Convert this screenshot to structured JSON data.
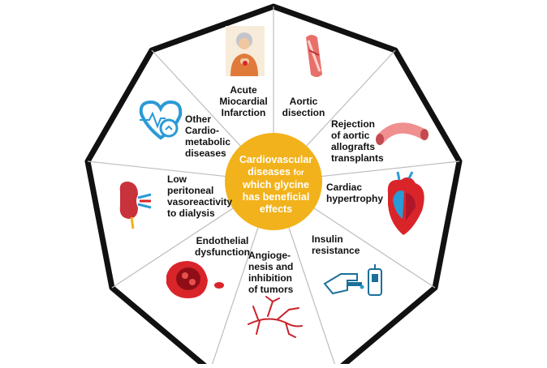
{
  "colors": {
    "outline": "#111111",
    "spoke": "#bdbdbd",
    "center_fill": "#f2b21b",
    "heart_blue": "#2a9ad6",
    "blood_red": "#d9252a"
  },
  "center": {
    "line1": "Cardiovascular",
    "line2a": "diseases",
    "line2b": "for",
    "line3": "which glycine",
    "line4": "has beneficial",
    "line5": "effects"
  },
  "segments": [
    {
      "lines": [
        "Acute",
        "Miocardial",
        "Infarction"
      ],
      "icon": "patient-chest-pain-icon"
    },
    {
      "lines": [
        "Aortic",
        "disection"
      ],
      "icon": "aorta-dissection-icon"
    },
    {
      "lines": [
        "Rejection",
        "of aortic",
        "allografts",
        "transplants"
      ],
      "icon": "aortic-allograft-icon"
    },
    {
      "lines": [
        "Cardiac",
        "hypertrophy"
      ],
      "icon": "heart-anatomy-icon"
    },
    {
      "lines": [
        "Insulin",
        "resistance"
      ],
      "icon": "insulin-pen-glucometer-icon"
    },
    {
      "lines": [
        "Angioge-",
        "nesis and",
        "inhibition",
        "of tumors"
      ],
      "icon": "blood-vessels-icon"
    },
    {
      "lines": [
        "Endothelial",
        "dysfunction"
      ],
      "icon": "blood-vessel-cells-icon"
    },
    {
      "lines": [
        "Low",
        "peritoneal",
        "vasoreactivity",
        "to dialysis"
      ],
      "icon": "kidney-icon"
    },
    {
      "lines": [
        "Other",
        "Cardio-",
        "metabolic",
        "diseases"
      ],
      "icon": "heart-monitor-icon"
    }
  ]
}
